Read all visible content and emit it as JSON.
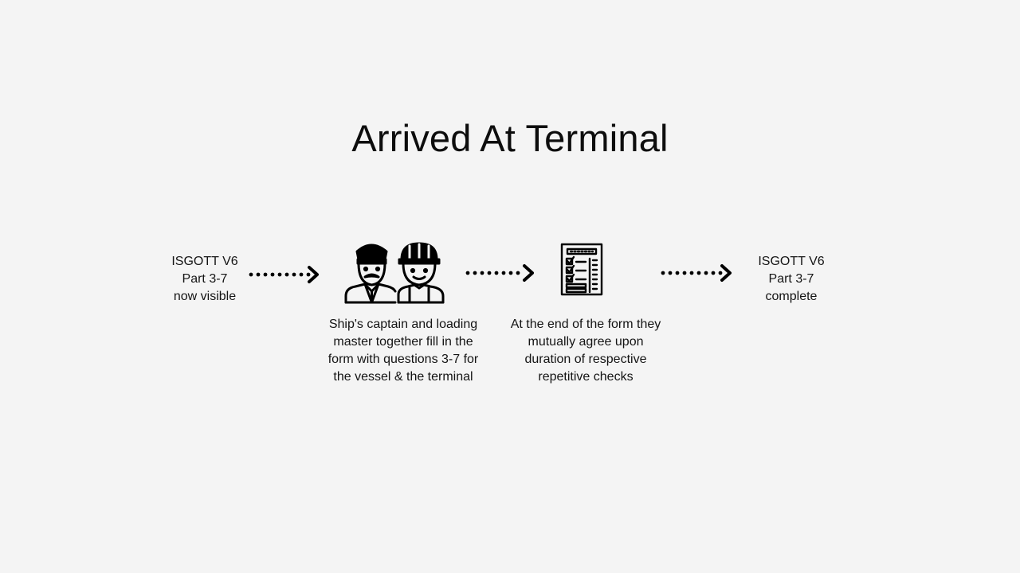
{
  "title": "Arrived At Terminal",
  "steps": [
    {
      "lines": [
        "ISGOTT V6",
        "Part 3-7",
        "now visible"
      ]
    },
    {
      "icon": "captain-and-loading-master-icon",
      "lines": [
        "Ship's captain and loading",
        "master together fill in the",
        "form with questions 3-7 for",
        "the vessel & the terminal"
      ]
    },
    {
      "icon": "checklist-form-icon",
      "lines": [
        "At the end of the form they",
        "mutually agree upon",
        "duration of respective",
        "repetitive checks"
      ]
    },
    {
      "lines": [
        "ISGOTT V6",
        "Part 3-7",
        "complete"
      ]
    }
  ],
  "colors": {
    "background": "#f4f4f4",
    "ink": "#111111"
  }
}
